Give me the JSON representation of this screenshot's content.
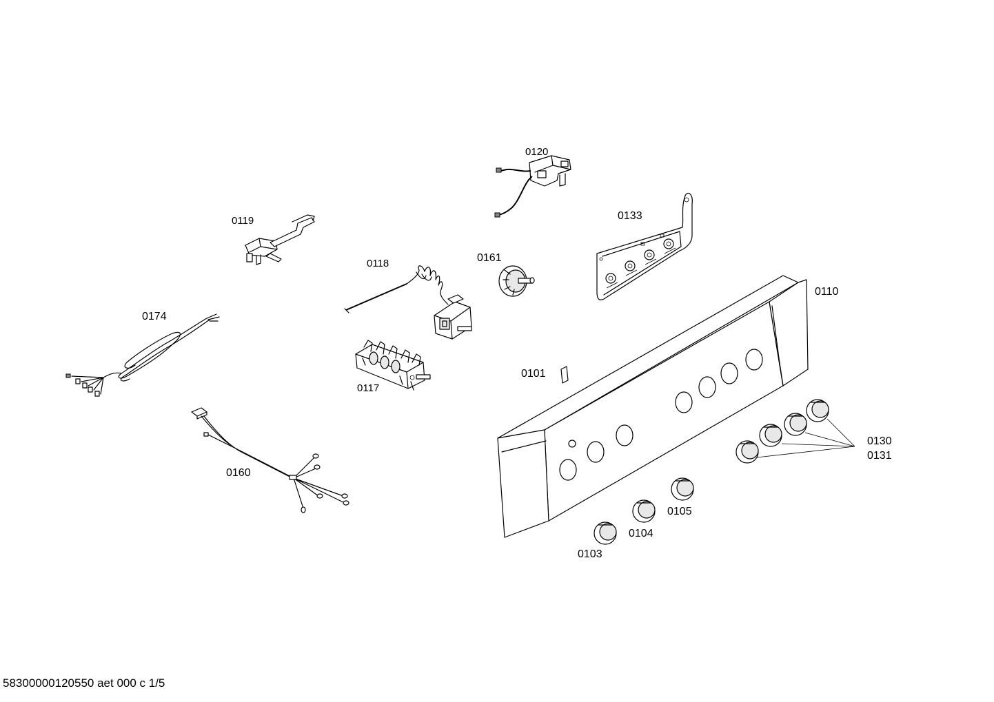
{
  "labels": {
    "p0120": "0120",
    "p0133": "0133",
    "p0119": "0119",
    "p0161": "0161",
    "p0118": "0118",
    "p0110": "0110",
    "p0174": "0174",
    "p0101": "0101",
    "p0117": "0117",
    "p0130": "0130",
    "p0131": "0131",
    "p0160": "0160",
    "p0105": "0105",
    "p0104": "0104",
    "p0103": "0103"
  },
  "footer": {
    "code": "58300000120550 aet 000 c 1/5"
  },
  "colors": {
    "line": "#000000",
    "background": "#ffffff",
    "shade": "#e8e8e8"
  }
}
